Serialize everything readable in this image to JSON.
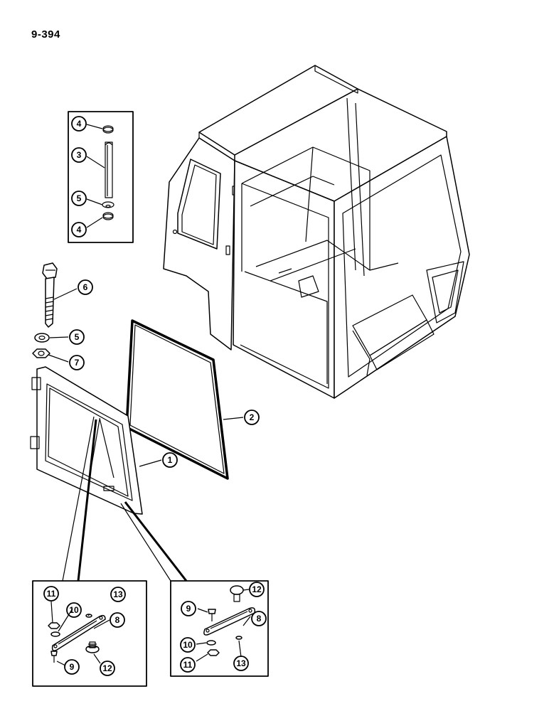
{
  "page_number": "9-394",
  "callouts": {
    "c1": "1",
    "c2": "2",
    "c3": "3",
    "c4a": "4",
    "c4b": "4",
    "c5a": "5",
    "c5b": "5",
    "c6": "6",
    "c7": "7",
    "c8a": "8",
    "c8b": "8",
    "c9a": "9",
    "c9b": "9",
    "c10a": "10",
    "c10b": "10",
    "c11a": "11",
    "c11b": "11",
    "c12a": "12",
    "c12b": "12",
    "c13a": "13",
    "c13b": "13"
  }
}
